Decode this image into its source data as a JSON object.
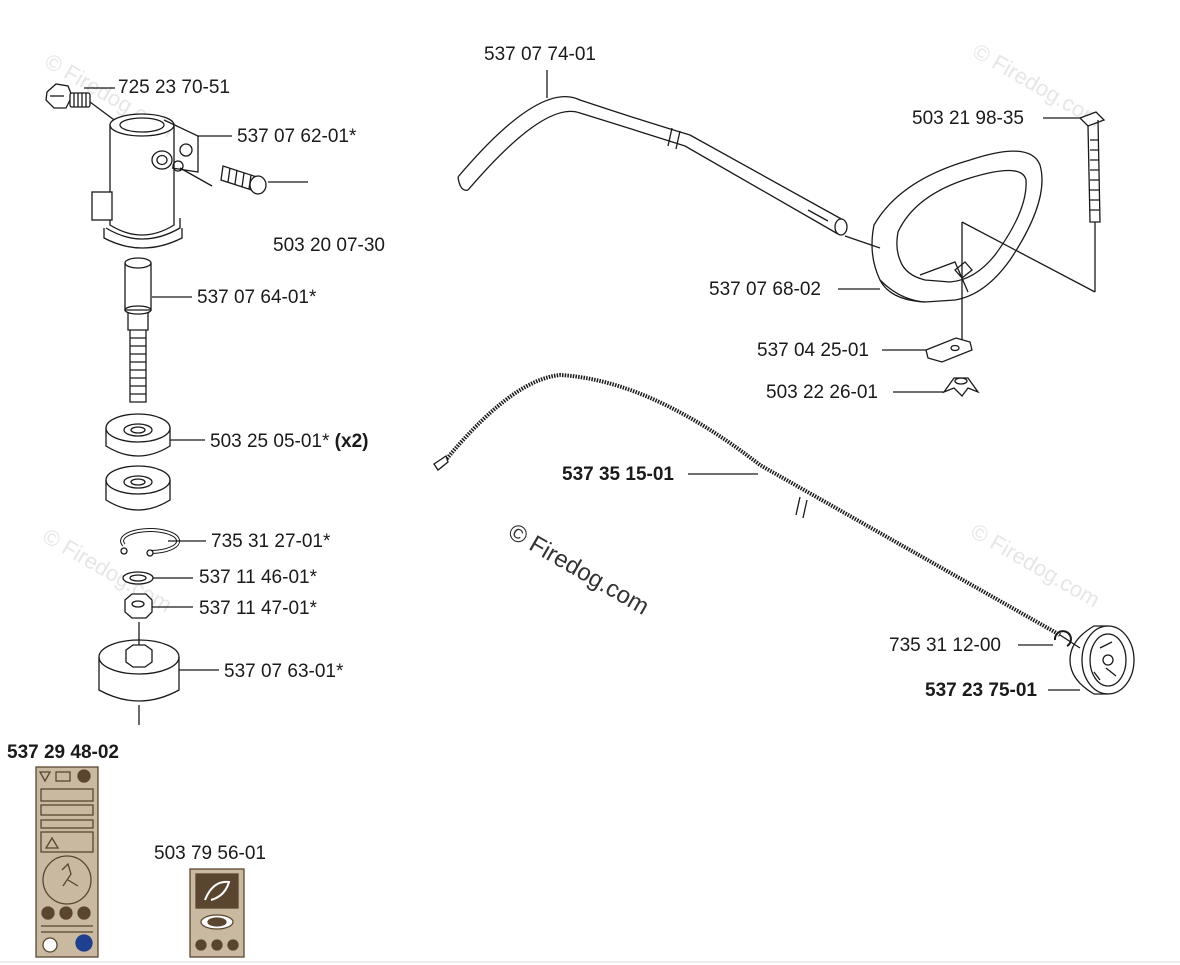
{
  "watermarks": {
    "text": "© Firedog.com",
    "center_text": "© Firedog.com"
  },
  "parts": {
    "p1": "725 23 70-51",
    "p2": "537 07 62-01*",
    "p3": "503 20 07-30",
    "p4": "537 07 64-01*",
    "p5": "503 25 05-01*",
    "p5_qty": "(x2)",
    "p6": "735 31 27-01*",
    "p7": "537 11 46-01*",
    "p8": "537 11 47-01*",
    "p9": "537 07 63-01*",
    "p10": "537 29 48-02",
    "p11": "503 79 56-01",
    "p12": "537 07 74-01",
    "p13": "503 21 98-35",
    "p14": "537 07 68-02",
    "p15": "537 04 25-01",
    "p16": "503 22 26-01",
    "p17": "537 35 15-01",
    "p18": "735 31 12-00",
    "p19": "537 23 75-01"
  },
  "colors": {
    "line": "#1a1a1a",
    "label_bg": "#c9b9a0",
    "label_dark": "#5a4630",
    "watermark": "#e6e6e6"
  }
}
